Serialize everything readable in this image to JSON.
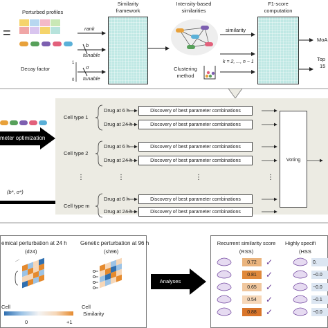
{
  "top": {
    "perturbed_profiles": "Perturbed profiles",
    "decay_factor": "Decay factor",
    "param_rank": "rank",
    "param_b": "b",
    "param_tunable1": "tunable",
    "param_sigma": "σ",
    "param_tunable2": "tunable",
    "scale_one": "1",
    "scale_zero": "0",
    "similarity_framework": [
      "Similarity",
      "framework"
    ],
    "intensity_similarities": [
      "Intensity-based",
      "similarities"
    ],
    "clustering_method": [
      "Clustering",
      "method"
    ],
    "similarity_label": "similarity",
    "k_label": "k = 2, ..., n − 1",
    "f1_computation": [
      "F1-score",
      "computation"
    ],
    "moa_label": "MoA",
    "top_label": "Top",
    "fifteen_label": "15"
  },
  "middle": {
    "param_optimization": "meter optimization",
    "best_params": "(b*, σ*)",
    "cell_types": [
      {
        "label": "Cell type 1",
        "drugs": [
          "Drug at 6 h",
          "Drug at 24 h"
        ]
      },
      {
        "label": "Cell type 2",
        "drugs": [
          "Drug at 6 h",
          "Drug at 24 h"
        ]
      },
      {
        "label": "Cell type m",
        "drugs": [
          "Drug at 6 h",
          "Drug at 24 h"
        ]
      }
    ],
    "discovery_label": "Discovery of best parameter combinations",
    "ellipsis": "⋮",
    "voting": "Voting"
  },
  "bottom": {
    "chemical_title": "emical perturbation at 24 h",
    "chemical_sub": "(d24)",
    "genetic_title": "Genetic perturbation at 96 h",
    "genetic_sub": "(sh96)",
    "cell_label": "Cell",
    "colorbar_min": "0",
    "colorbar_max": "+1",
    "colorbar_label": "Similarity",
    "analyses": "Analyses",
    "rss_title": "Recurrent similarity score",
    "rss_sub": "(RSS)",
    "rss_values": [
      "0.72",
      "0.81",
      "0.65",
      "0.54",
      "0.88"
    ],
    "hss_title": "Highly specifi",
    "hss_sub": "(HSS",
    "hss_values": [
      "0.",
      "−0.0",
      "−0.0",
      "−0.1",
      "−0.0"
    ],
    "check_glyph": "✓"
  },
  "colors": {
    "teal": "#bfe8e4",
    "panel": "#ecebe3",
    "rss_low": "#f6d7b8",
    "rss_high": "#e08a3c",
    "heat_blue": "#2f6fb0",
    "heat_orange": "#e58a2e",
    "check": "#6a3d9a"
  }
}
